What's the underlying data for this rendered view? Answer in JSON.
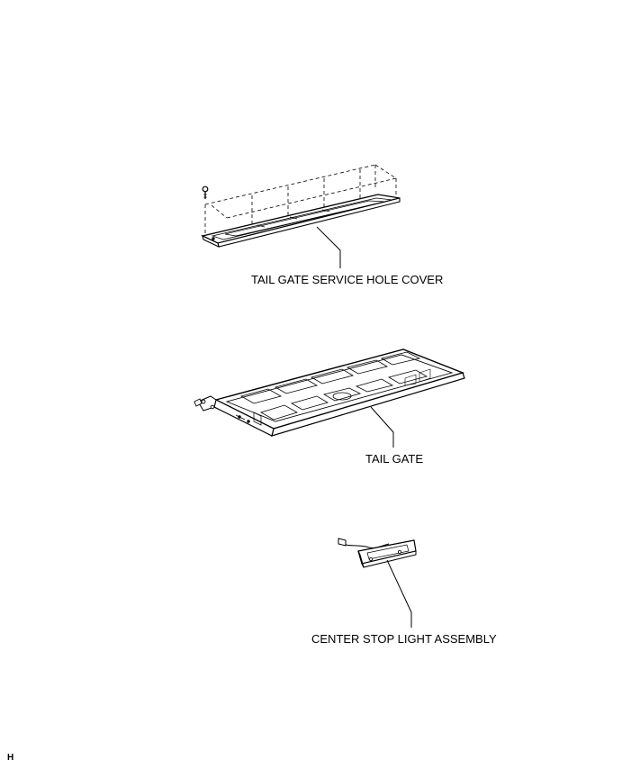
{
  "labels": {
    "service_hole_cover": "TAIL GATE SERVICE HOLE COVER",
    "tail_gate": "TAIL GATE",
    "center_stop_light": "CENTER STOP LIGHT ASSEMBLY",
    "corner_code": "H"
  },
  "parts": [
    "clip",
    "tail-gate-service-hole-cover",
    "tail-gate",
    "center-stop-light-assembly"
  ]
}
